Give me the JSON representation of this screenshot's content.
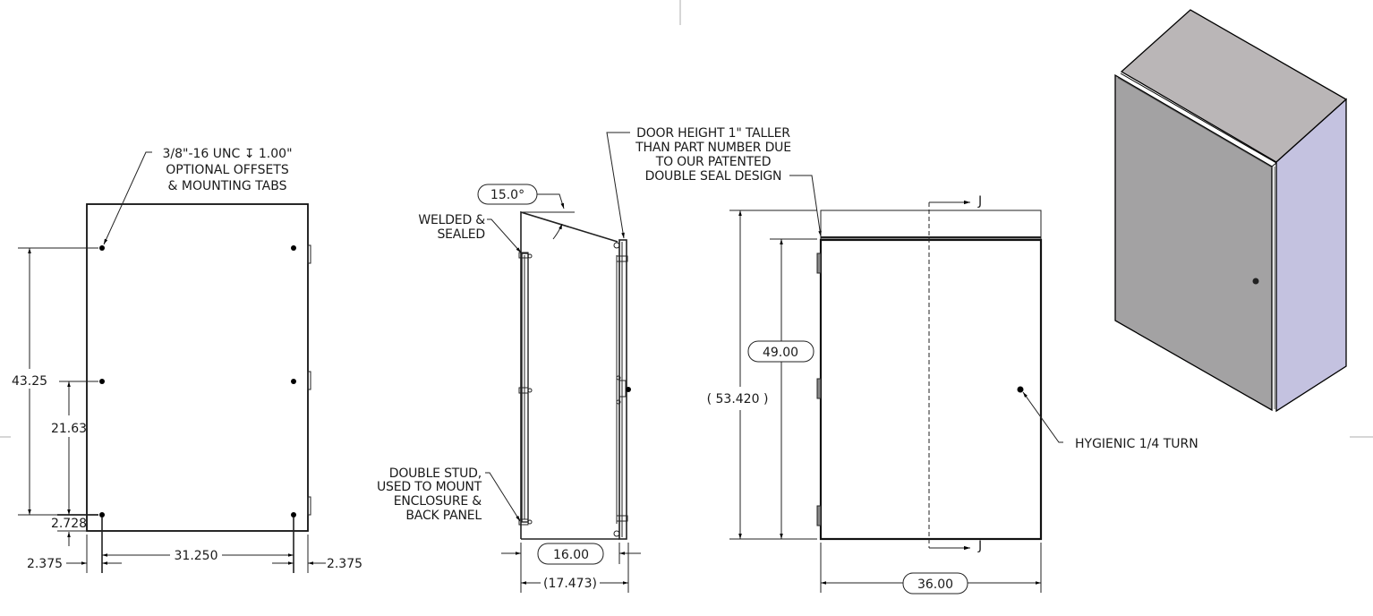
{
  "drawing": {
    "views": {
      "back_view": {
        "callout": [
          "3/8\"-16 UNC ↧ 1.00\"",
          "OPTIONAL OFFSETS",
          "& MOUNTING TABS"
        ],
        "dims": {
          "overall_hole_height": "43.25",
          "mid_hole_height": "21.63",
          "bottom_offset": "2.728",
          "hole_spacing": "31.250",
          "left_offset": "2.375",
          "right_offset": "2.375"
        }
      },
      "side_view": {
        "angle": "15.0°",
        "note_welded": [
          "WELDED &",
          "SEALED"
        ],
        "note_stud": [
          "DOUBLE STUD,",
          "USED TO MOUNT",
          "ENCLOSURE &",
          "BACK PANEL"
        ],
        "note_door": [
          "DOOR HEIGHT 1\" TALLER",
          "THAN PART NUMBER DUE",
          "TO OUR PATENTED",
          "DOUBLE SEAL DESIGN"
        ],
        "dims": {
          "depth": "16.00",
          "overall_depth": "17.473"
        }
      },
      "front_view": {
        "section_label": "J",
        "note_latch": "HYGIENIC 1/4 TURN",
        "dims": {
          "height": "49.00",
          "overall_height": "53.420",
          "width": "36.00"
        }
      },
      "iso_view": {
        "colors": {
          "top": "#bab6b7",
          "front": "#a3a2a3",
          "side": "#c4c2e0",
          "edge": "#000000"
        }
      }
    }
  }
}
